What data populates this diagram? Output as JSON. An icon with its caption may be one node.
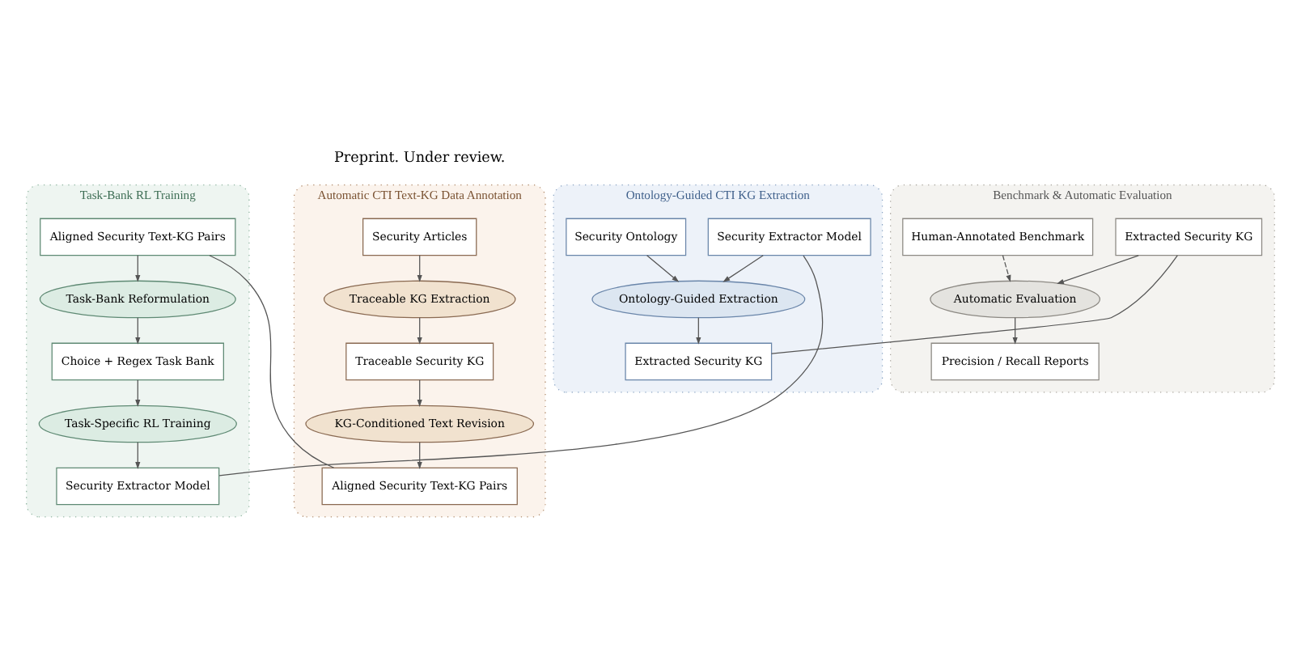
{
  "diagram": {
    "nodes": [
      {
        "text": [
          "Automatic CTI Text-KG Data Annotation"
        ]
      },
      {
        "text": [
          "Security Articles"
        ],
        "in": 0
      },
      {
        "text": [
          "Traceable KG Extraction"
        ],
        "in": 0
      },
      {
        "text": [
          "Traceable Security KG"
        ],
        "in": 0
      },
      {
        "text": [
          "KG-Conditioned Text Revision"
        ],
        "in": 0
      },
      {
        "text": [
          "Aligned Security Text-KG Pairs"
        ],
        "in": 0
      },
      {
        "text": [
          "Task-Bank RL Training"
        ]
      },
      {
        "text": [
          "Aligned Security Text-KG Pairs"
        ],
        "in": 6
      },
      {
        "text": [
          "Task-Bank Reformulation"
        ],
        "in": 6
      },
      {
        "text": [
          "Choice + Regex Task Bank"
        ],
        "in": 6
      },
      {
        "text": [
          "Task-Specific RL Training"
        ],
        "in": 6
      },
      {
        "text": [
          "Security Extractor Model"
        ],
        "in": 6
      },
      {
        "text": [
          "Ontology-Guided CTI KG Extraction"
        ]
      },
      {
        "text": [
          "Security Extractor Model"
        ],
        "in": 12
      },
      {
        "text": [
          "Security Ontology"
        ],
        "in": 12
      },
      {
        "text": [
          "Ontology-Guided Extraction"
        ],
        "in": 12
      },
      {
        "text": [
          "Extracted Security KG"
        ],
        "in": 12
      },
      {
        "text": [
          "Benchmark & Automatic Evaluation"
        ]
      },
      {
        "text": [
          "Extracted Security KG"
        ],
        "in": 17
      },
      {
        "text": [
          "Automatic Evaluation"
        ],
        "in": 17
      },
      {
        "text": [
          "Precision / Recall Reports"
        ],
        "in": 17
      },
      {
        "text": [
          "Human-Annotated Benchmark"
        ],
        "in": 17
      }
    ],
    "edges": [
      {
        "from": 1,
        "to": 2,
        "arrow": "to"
      },
      {
        "from": 2,
        "to": 3,
        "arrow": "to"
      },
      {
        "from": 3,
        "to": 4,
        "arrow": "to"
      },
      {
        "from": 4,
        "to": 5,
        "arrow": "to"
      },
      {
        "from": 5,
        "to": 7,
        "arrow": "none"
      },
      {
        "from": 7,
        "to": 8,
        "arrow": "to"
      },
      {
        "from": 8,
        "to": 9,
        "arrow": "to"
      },
      {
        "from": 9,
        "to": 10,
        "arrow": "to"
      },
      {
        "from": 10,
        "to": 11,
        "arrow": "to"
      },
      {
        "from": 11,
        "to": 13,
        "arrow": "none"
      },
      {
        "from": 13,
        "to": 15,
        "arrow": "to"
      },
      {
        "from": 14,
        "to": 15,
        "arrow": "to"
      },
      {
        "from": 15,
        "to": 16,
        "arrow": "to"
      },
      {
        "from": 16,
        "to": 18,
        "arrow": "none"
      },
      {
        "from": 18,
        "to": 19,
        "arrow": "to"
      },
      {
        "from": 19,
        "to": 20,
        "arrow": "to"
      },
      {
        "from": 21,
        "to": 19,
        "arrow": "to",
        "style": "dashed"
      }
    ],
    "labels": [
      "Preprint. Under review."
    ]
  }
}
